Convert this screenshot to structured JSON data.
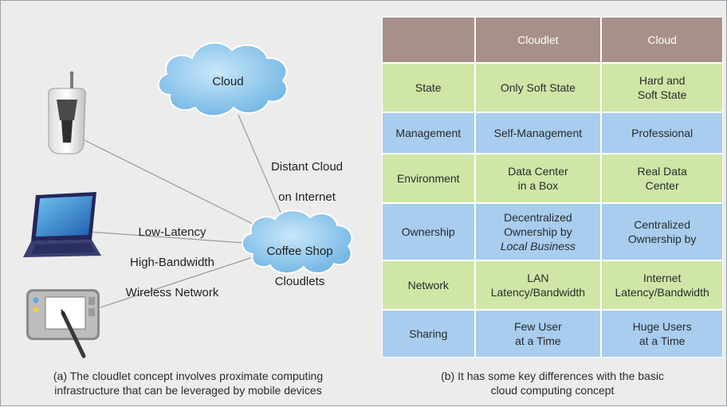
{
  "left_panel": {
    "cloud_label": "Cloud",
    "distant_label": [
      "Distant Cloud",
      "on Internet"
    ],
    "network_label": [
      "Low-Latency",
      "High-Bandwidth",
      "Wireless Network"
    ],
    "cloudlet_label": [
      "Coffee Shop",
      "Cloudlets"
    ],
    "caption": [
      "(a) The cloudlet concept involves proximate computing",
      "infrastructure that can be leveraged by mobile devices"
    ]
  },
  "right_panel": {
    "columns": [
      "",
      "Cloudlet",
      "Cloud"
    ],
    "rows": [
      {
        "attr": "State",
        "cloudlet": [
          "Only Soft State"
        ],
        "cloud": [
          "Hard and",
          "Soft State"
        ],
        "shade": "green"
      },
      {
        "attr": "Management",
        "cloudlet": [
          "Self-Management"
        ],
        "cloud": [
          "Professional"
        ],
        "shade": "blue"
      },
      {
        "attr": "Environment",
        "cloudlet": [
          "Data Center",
          "in a Box"
        ],
        "cloud": [
          "Real Data",
          "Center"
        ],
        "shade": "green"
      },
      {
        "attr": "Ownership",
        "cloudlet": [
          "Decentralized",
          "Ownership by",
          "Local Business"
        ],
        "cloud": [
          "Centralized",
          "Ownership by"
        ],
        "shade": "blue"
      },
      {
        "attr": "Network",
        "cloudlet": [
          "LAN",
          "Latency/Bandwidth"
        ],
        "cloud": [
          "Internet",
          "Latency/Bandwidth"
        ],
        "shade": "green"
      },
      {
        "attr": "Sharing",
        "cloudlet": [
          "Few User",
          "at a Time"
        ],
        "cloud": [
          "Huge Users",
          "at a Time"
        ],
        "shade": "blue"
      }
    ],
    "caption": [
      "(b) It has some key differences with the basic",
      "cloud computing concept"
    ]
  },
  "colors": {
    "cloud_fill": "#8ec6ea",
    "row_green": "#cfe6a7",
    "row_blue": "#a8cdef",
    "header": "#a8908a",
    "line": "#9a9a9a"
  },
  "icons": [
    "mobile-phone-icon",
    "laptop-icon",
    "tablet-stylus-icon",
    "cloud-icon"
  ]
}
